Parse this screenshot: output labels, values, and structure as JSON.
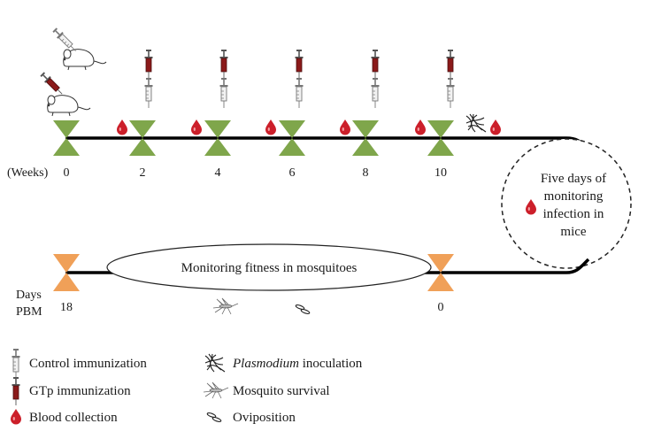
{
  "weeks_label": "(Weeks)",
  "week_ticks": [
    "0",
    "2",
    "4",
    "6",
    "8",
    "10"
  ],
  "days_label_line1": "Days",
  "days_label_line2": "PBM",
  "day_ticks": [
    "18",
    "0"
  ],
  "mice_box": {
    "line1": "Five days of",
    "line2": "monitoring",
    "line3": "infection in",
    "line4": "mice"
  },
  "mosquito_ellipse": "Monitoring fitness in mosquitoes",
  "legend": {
    "control": "Control immunization",
    "gtp": "GTp immunization",
    "blood": "Blood collection",
    "plasmodium_italic": "Plasmodium",
    "plasmodium_rest": " inoculation",
    "mosquito": "Mosquito survival",
    "oviposition": "Oviposition"
  },
  "colors": {
    "green_hourglass": "#7fa64b",
    "orange_hourglass": "#f0a058",
    "blood": "#cc1f2a",
    "gtp_syringe": "#8b1a1a",
    "control_syringe": "#8a8a8a"
  },
  "icons": [
    "mouse-icon",
    "syringe-icon",
    "blood-drop-icon",
    "plasmodium-icon",
    "mosquito-icon",
    "egg-icon",
    "hourglass-icon"
  ]
}
